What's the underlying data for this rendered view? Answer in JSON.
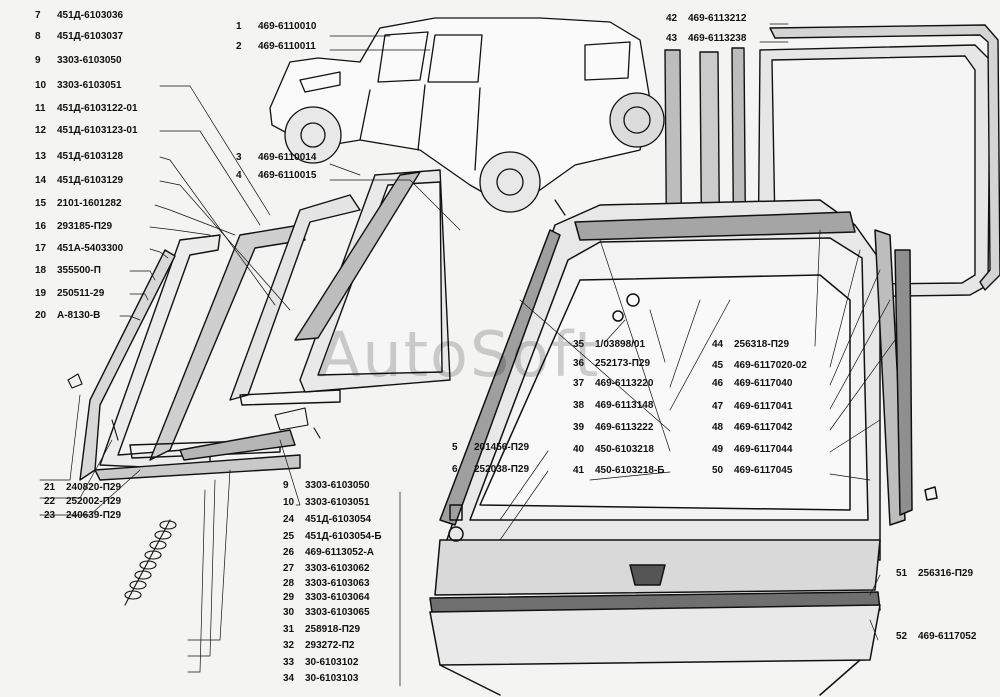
{
  "watermark": "AutoSoft",
  "callouts": [
    {
      "no": "7",
      "code": "451Д-6103036"
    },
    {
      "no": "8",
      "code": "451Д-6103037"
    },
    {
      "no": "9",
      "code": "3303-6103050"
    },
    {
      "no": "10",
      "code": "3303-6103051"
    },
    {
      "no": "11",
      "code": "451Д-6103122-01"
    },
    {
      "no": "12",
      "code": "451Д-6103123-01"
    },
    {
      "no": "13",
      "code": "451Д-6103128"
    },
    {
      "no": "14",
      "code": "451Д-6103129"
    },
    {
      "no": "15",
      "code": "2101-1601282"
    },
    {
      "no": "16",
      "code": "293185-П29"
    },
    {
      "no": "17",
      "code": "451А-5403300"
    },
    {
      "no": "18",
      "code": "355500-П"
    },
    {
      "no": "19",
      "code": "250511-29"
    },
    {
      "no": "20",
      "code": "А-8130-В"
    },
    {
      "no": "1",
      "code": "469-6110010"
    },
    {
      "no": "2",
      "code": "469-6110011"
    },
    {
      "no": "3",
      "code": "469-6110014"
    },
    {
      "no": "4",
      "code": "469-6110015"
    },
    {
      "no": "42",
      "code": "469-6113212"
    },
    {
      "no": "43",
      "code": "469-6113238"
    },
    {
      "no": "35",
      "code": "1/03898/01"
    },
    {
      "no": "36",
      "code": "252173-П29"
    },
    {
      "no": "37",
      "code": "469-6113220"
    },
    {
      "no": "38",
      "code": "469-6113148"
    },
    {
      "no": "39",
      "code": "469-6113222"
    },
    {
      "no": "40",
      "code": "450-6103218"
    },
    {
      "no": "41",
      "code": "450-6103218-Б"
    },
    {
      "no": "5",
      "code": "201456-П29"
    },
    {
      "no": "6",
      "code": "252038-П29"
    },
    {
      "no": "44",
      "code": "256318-П29"
    },
    {
      "no": "45",
      "code": "469-6117020-02"
    },
    {
      "no": "46",
      "code": "469-6117040"
    },
    {
      "no": "47",
      "code": "469-6117041"
    },
    {
      "no": "48",
      "code": "469-6117042"
    },
    {
      "no": "49",
      "code": "469-6117044"
    },
    {
      "no": "50",
      "code": "469-6117045"
    },
    {
      "no": "21",
      "code": "240820-П29"
    },
    {
      "no": "22",
      "code": "252002-П29"
    },
    {
      "no": "23",
      "code": "240639-П29"
    },
    {
      "no": "9",
      "code": "3303-6103050"
    },
    {
      "no": "10",
      "code": "3303-6103051"
    },
    {
      "no": "24",
      "code": "451Д-6103054"
    },
    {
      "no": "25",
      "code": "451Д-6103054-Б"
    },
    {
      "no": "26",
      "code": "469-6113052-А"
    },
    {
      "no": "27",
      "code": "3303-6103062"
    },
    {
      "no": "28",
      "code": "3303-6103063"
    },
    {
      "no": "29",
      "code": "3303-6103064"
    },
    {
      "no": "30",
      "code": "3303-6103065"
    },
    {
      "no": "31",
      "code": "258918-П29"
    },
    {
      "no": "32",
      "code": "293272-П2"
    },
    {
      "no": "33",
      "code": "30-6103102"
    },
    {
      "no": "34",
      "code": "30-6103103"
    },
    {
      "no": "51",
      "code": "256316-П29"
    },
    {
      "no": "52",
      "code": "469-6117052"
    }
  ]
}
